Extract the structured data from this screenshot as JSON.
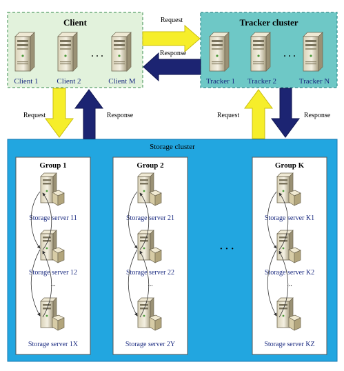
{
  "colors": {
    "client_fill": "#e2f2dc",
    "tracker_fill": "#6ec8c6",
    "storage_fill": "#22a6e0",
    "group_fill": "#ffffff",
    "request_arrow": "#f6ee2a",
    "response_arrow": "#1c2472",
    "server_text": "#1a2a80"
  },
  "icons": {
    "server": "server-tower-icon",
    "storage_server": "storage-server-icon"
  },
  "client_cluster": {
    "title": "Client",
    "ellipsis": "· · ·",
    "nodes": [
      "Client 1",
      "Client 2",
      "Client M"
    ]
  },
  "tracker_cluster": {
    "title": "Tracker cluster",
    "ellipsis": "· · ·",
    "nodes": [
      "Tracker 1",
      "Tracker 2",
      "Tracker N"
    ]
  },
  "arrows": {
    "client_to_tracker_request": "Request",
    "tracker_to_client_response": "Response",
    "client_to_storage_request": "Request",
    "storage_to_client_response": "Response",
    "storage_to_tracker_request": "Request",
    "tracker_to_storage_response": "Response"
  },
  "storage_cluster": {
    "title": "Storage cluster",
    "between_groups": "· · ·",
    "groups": [
      {
        "title": "Group 1",
        "servers": [
          "Storage server 11",
          "Storage server 12",
          "Storage server 1X"
        ],
        "dots": "..."
      },
      {
        "title": "Group 2",
        "servers": [
          "Storage server 21",
          "Storage server 22",
          "Storage server 2Y"
        ],
        "dots": "..."
      },
      {
        "title": "Group K",
        "servers": [
          "Storage server K1",
          "Storage server K2",
          "Storage server KZ"
        ],
        "dots": "..."
      }
    ]
  }
}
